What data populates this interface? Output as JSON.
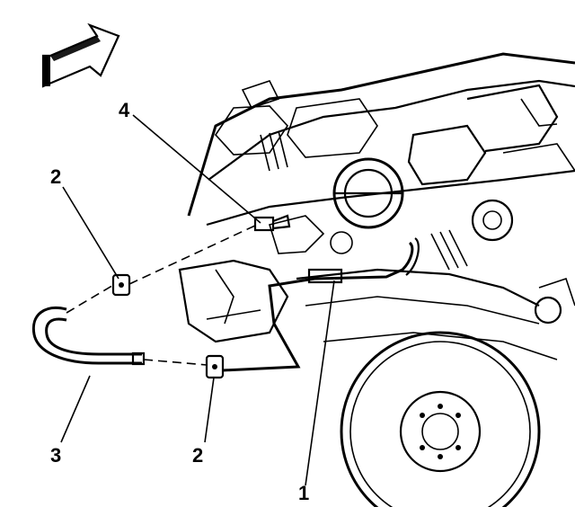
{
  "diagram": {
    "callouts": [
      {
        "id": "1",
        "label": "1"
      },
      {
        "id": "2a",
        "label": "2"
      },
      {
        "id": "2b",
        "label": "2"
      },
      {
        "id": "3",
        "label": "3"
      },
      {
        "id": "4",
        "label": "4"
      }
    ],
    "icons": {
      "direction_arrow": "front-direction-arrow-icon"
    },
    "colors": {
      "ink": "#000000",
      "background": "#ffffff"
    }
  }
}
